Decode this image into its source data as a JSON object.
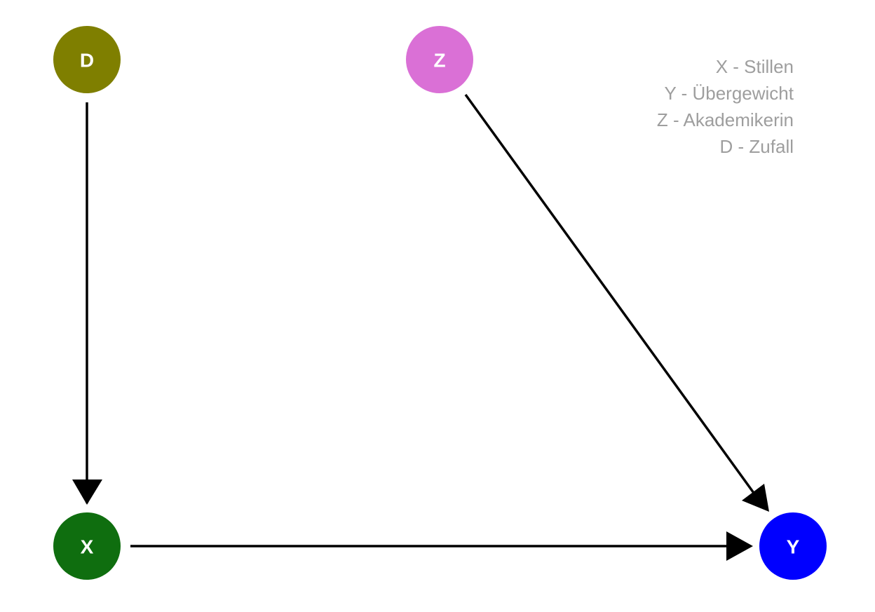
{
  "diagram": {
    "nodes": [
      {
        "id": "D",
        "label": "D",
        "color": "#7f7f00"
      },
      {
        "id": "Z",
        "label": "Z",
        "color": "#da70d6"
      },
      {
        "id": "X",
        "label": "X",
        "color": "#0f6e0f"
      },
      {
        "id": "Y",
        "label": "Y",
        "color": "#0000ff"
      }
    ],
    "edges": [
      {
        "from": "D",
        "to": "X"
      },
      {
        "from": "Z",
        "to": "Y"
      },
      {
        "from": "X",
        "to": "Y"
      }
    ],
    "edge_color": "#000000"
  },
  "legend": {
    "items": [
      "X - Stillen",
      "Y - Übergewicht",
      "Z - Akademikerin",
      "D - Zufall"
    ],
    "text_color": "#9e9e9e"
  }
}
